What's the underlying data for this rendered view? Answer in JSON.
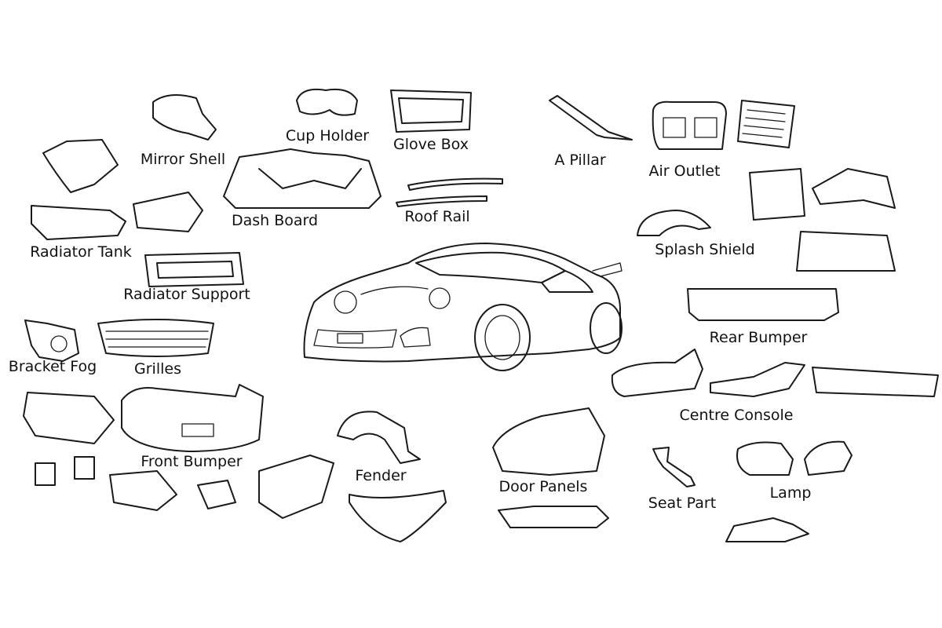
{
  "labels": {
    "mirror_shell": "Mirror Shell",
    "cup_holder": "Cup Holder",
    "glove_box": "Glove Box",
    "a_pillar": "A Pillar",
    "air_outlet": "Air Outlet",
    "dash_board": "Dash Board",
    "roof_rail": "Roof Rail",
    "radiator_tank": "Radiator Tank",
    "splash_shield": "Splash Shield",
    "radiator_support": "Radiator Support",
    "rear_bumper": "Rear Bumper",
    "bracket_fog": "Bracket Fog",
    "grilles": "Grilles",
    "centre_console": "Centre Console",
    "front_bumper": "Front Bumper",
    "fender": "Fender",
    "door_panels": "Door Panels",
    "seat_part": "Seat Part",
    "lamp": "Lamp"
  },
  "colors": {
    "line": "#1a1a1a",
    "background": "#ffffff"
  }
}
